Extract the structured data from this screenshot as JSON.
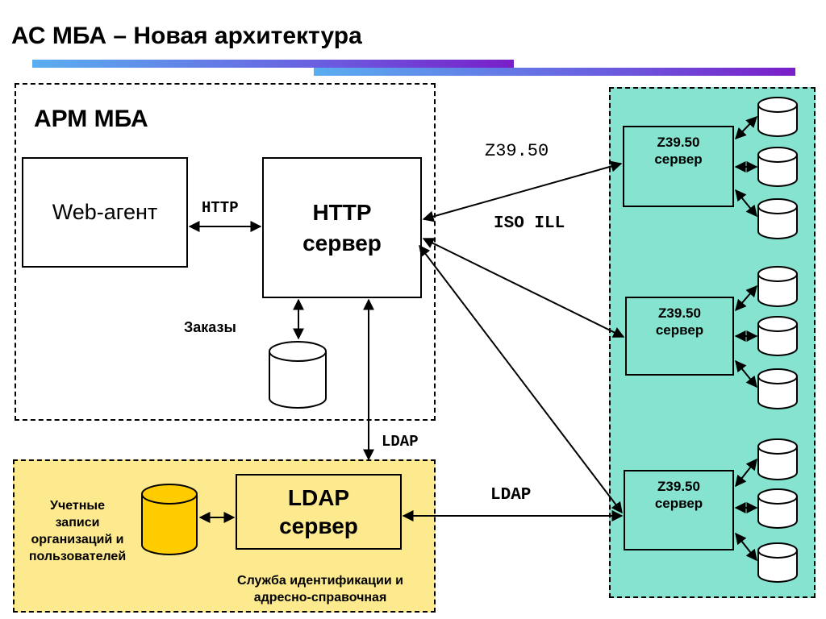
{
  "title": "АС МБА – Новая архитектура",
  "arm": {
    "title": "АРМ МБА",
    "web_agent": "Web-агент",
    "http_label": "HTTP",
    "http_server_line1": "HTTP",
    "http_server_line2": "сервер",
    "orders": "Заказы"
  },
  "protocols": {
    "ldap_vertical": "LDAP",
    "z3950": "Z39.50",
    "iso_ill": "ISO ILL",
    "ldap_horizontal": "LDAP"
  },
  "ldap_zone": {
    "db_caption_line1": "Учетные",
    "db_caption_line2": "записи",
    "db_caption_line3": "организаций и",
    "db_caption_line4": "пользователей",
    "server_line1": "LDAP",
    "server_line2": "сервер",
    "service_line1": "Служба идентификации и",
    "service_line2": "адресно-справочная"
  },
  "z_servers": [
    {
      "line1": "Z39.50",
      "line2": "сервер"
    },
    {
      "line1": "Z39.50",
      "line2": "сервер"
    },
    {
      "line1": "Z39.50",
      "line2": "сервер"
    }
  ],
  "colors": {
    "ldap_zone": "#fde98e",
    "z_zone": "#86e3cf",
    "ldap_db": "#ffcc00",
    "title_bar_gradient": [
      "#5aaef0",
      "#7a1ec8"
    ]
  }
}
